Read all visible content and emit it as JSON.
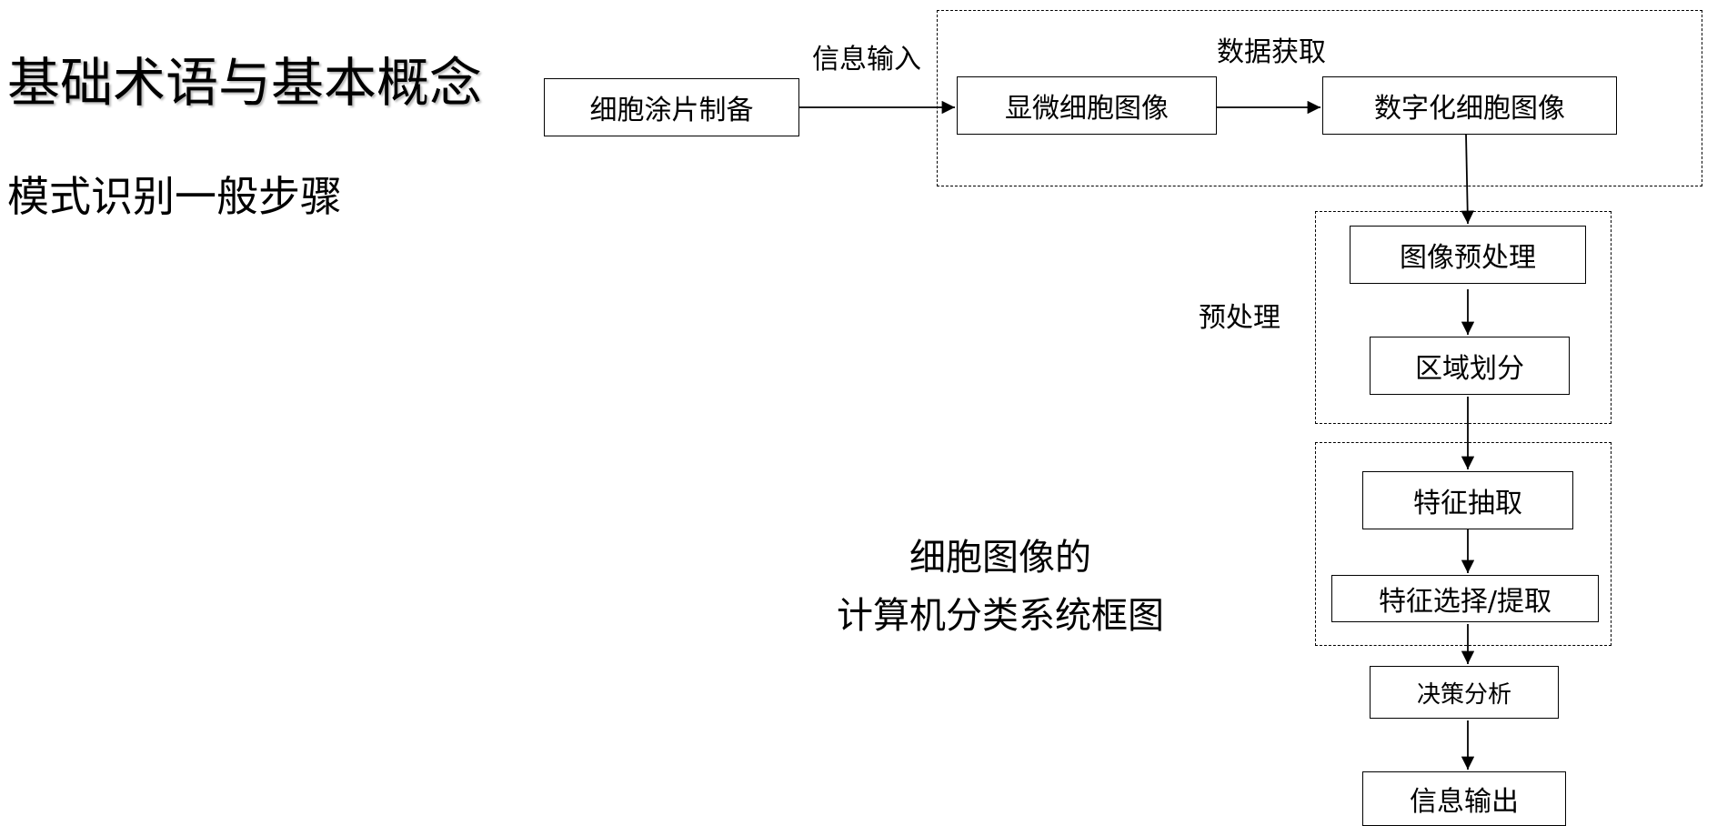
{
  "heading": {
    "title": "基础术语与基本概念",
    "subtitle": "模式识别一般步骤"
  },
  "diagram": {
    "groups": {
      "data_acquisition": "数据获取",
      "preprocessing": "预处理"
    },
    "edge_labels": {
      "info_input": "信息输入"
    },
    "nodes": {
      "smear_preparation": "细胞涂片制备",
      "microscope_image": "显微细胞图像",
      "digital_image": "数字化细胞图像",
      "image_preprocessing": "图像预处理",
      "region_segmentation": "区域划分",
      "feature_extraction": "特征抽取",
      "feature_selection": "特征选择/提取",
      "decision_analysis": "决策分析",
      "info_output": "信息输出"
    },
    "caption": {
      "line1": "细胞图像的",
      "line2": "计算机分类系统框图"
    }
  }
}
